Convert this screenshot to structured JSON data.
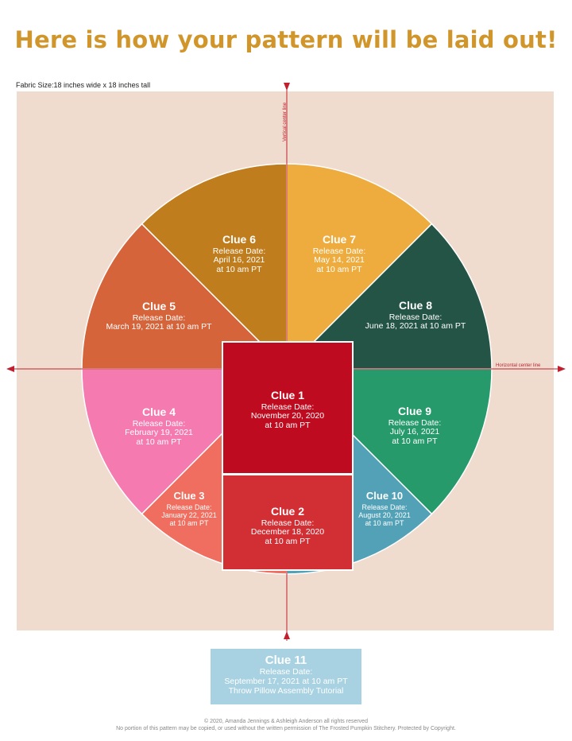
{
  "title": "Here is how your pattern will be laid out!",
  "fabric_size": "Fabric Size:18 inches wide x 18 inches tall",
  "vertical_center_label": "Vertical center line",
  "horizontal_center_label": "Horizontal center line",
  "colors": {
    "background": "#f0dbcf",
    "clue1": "#bf0b1f",
    "clue2": "#d22f35",
    "clue3": "#ef6e5f",
    "clue4": "#f47ab0",
    "clue5": "#d6643b",
    "clue6": "#c07d1d",
    "clue7": "#edac3d",
    "clue8": "#245445",
    "clue9": "#279a6c",
    "clue10": "#53a1b7",
    "clue11": "#a8d2e2",
    "axis": "#c0202e"
  },
  "clues": {
    "clue1": {
      "name": "Clue 1",
      "lines": [
        "Release Date:",
        "November 20, 2020",
        "at 10 am PT"
      ]
    },
    "clue2": {
      "name": "Clue 2",
      "lines": [
        "Release Date:",
        "December 18, 2020",
        "at 10 am PT"
      ]
    },
    "clue3": {
      "name": "Clue 3",
      "lines": [
        "Release Date:",
        "January 22, 2021",
        "at 10 am PT"
      ]
    },
    "clue4": {
      "name": "Clue 4",
      "lines": [
        "Release Date:",
        "February 19, 2021",
        "at 10 am PT"
      ]
    },
    "clue5": {
      "name": "Clue 5",
      "lines": [
        "Release Date:",
        "March 19, 2021 at 10 am PT"
      ]
    },
    "clue6": {
      "name": "Clue 6",
      "lines": [
        "Release Date:",
        "April 16, 2021",
        "at 10 am PT"
      ]
    },
    "clue7": {
      "name": "Clue 7",
      "lines": [
        "Release Date:",
        "May 14, 2021",
        "at 10 am PT"
      ]
    },
    "clue8": {
      "name": "Clue 8",
      "lines": [
        "Release Date:",
        "June 18, 2021 at 10 am PT"
      ]
    },
    "clue9": {
      "name": "Clue 9",
      "lines": [
        "Release Date:",
        "July 16, 2021",
        "at 10 am PT"
      ]
    },
    "clue10": {
      "name": "Clue 10",
      "lines": [
        "Release Date:",
        "August 20, 2021",
        "at 10 am PT"
      ]
    },
    "clue11": {
      "name": "Clue 11",
      "lines": [
        "Release Date:",
        "September 17, 2021 at 10 am PT",
        "Throw Pillow Assembly Tutorial"
      ]
    }
  },
  "footer": {
    "line1": "© 2020, Amanda Jennings & Ashleigh Anderson all rights reserved",
    "line2": "No portion of this pattern may be copied, or used without the written permission of The Frosted Pumpkin Stitchery. Protected by Copyright."
  }
}
